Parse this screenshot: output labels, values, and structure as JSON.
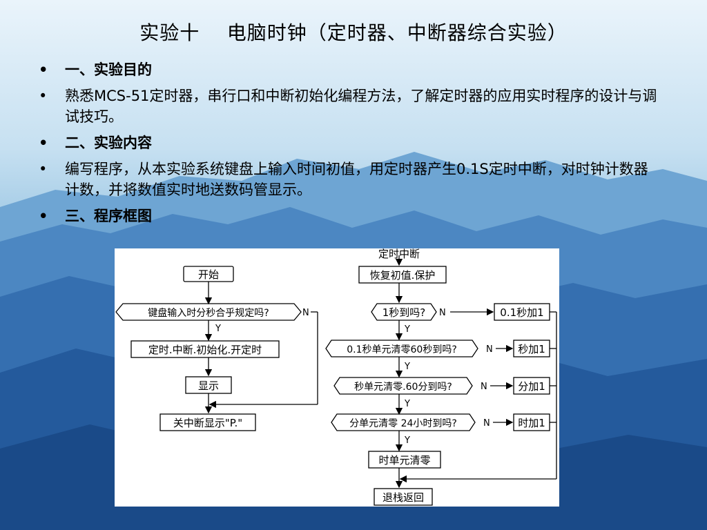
{
  "slide": {
    "title": "实验十    电脑时钟（定时器、中断器综合实验）",
    "bullets": [
      {
        "text": "一、实验目的",
        "bold": true
      },
      {
        "text": "熟悉MCS-51定时器，串行口和中断初始化编程方法，了解定时器的应用实时程序的设计与调试技巧。",
        "bold": false
      },
      {
        "text": "二、实验内容",
        "bold": true
      },
      {
        "text": "编写程序，从本实验系统键盘上输入时间初值，用定时器产生0.1S定时中断，对时钟计数器计数，并将数值实时地送数码管显示。",
        "bold": false
      },
      {
        "text": "三、程序框图",
        "bold": true
      }
    ]
  },
  "flowchart": {
    "main": {
      "start": "开始",
      "check_input": "键盘输入时分秒合乎规定吗?",
      "init": "定时.中断.初始化.开定时",
      "display": "显示",
      "close_int": "关中断显示\"P.\"",
      "yes": "Y",
      "no": "N"
    },
    "isr": {
      "title": "定时中断",
      "save": "恢复初值.保护",
      "d1": "1秒到吗?",
      "d2": "0.1秒单元清零60秒到吗?",
      "d3": "秒单元清零.60分到吗?",
      "d4": "分单元清零 24小时到吗?",
      "clear_hour": "时单元清零",
      "ret": "退栈返回",
      "a1": "0.1秒加1",
      "a2": "秒加1",
      "a3": "分加1",
      "a4": "时加1",
      "yes": "Y",
      "no": "N"
    }
  }
}
